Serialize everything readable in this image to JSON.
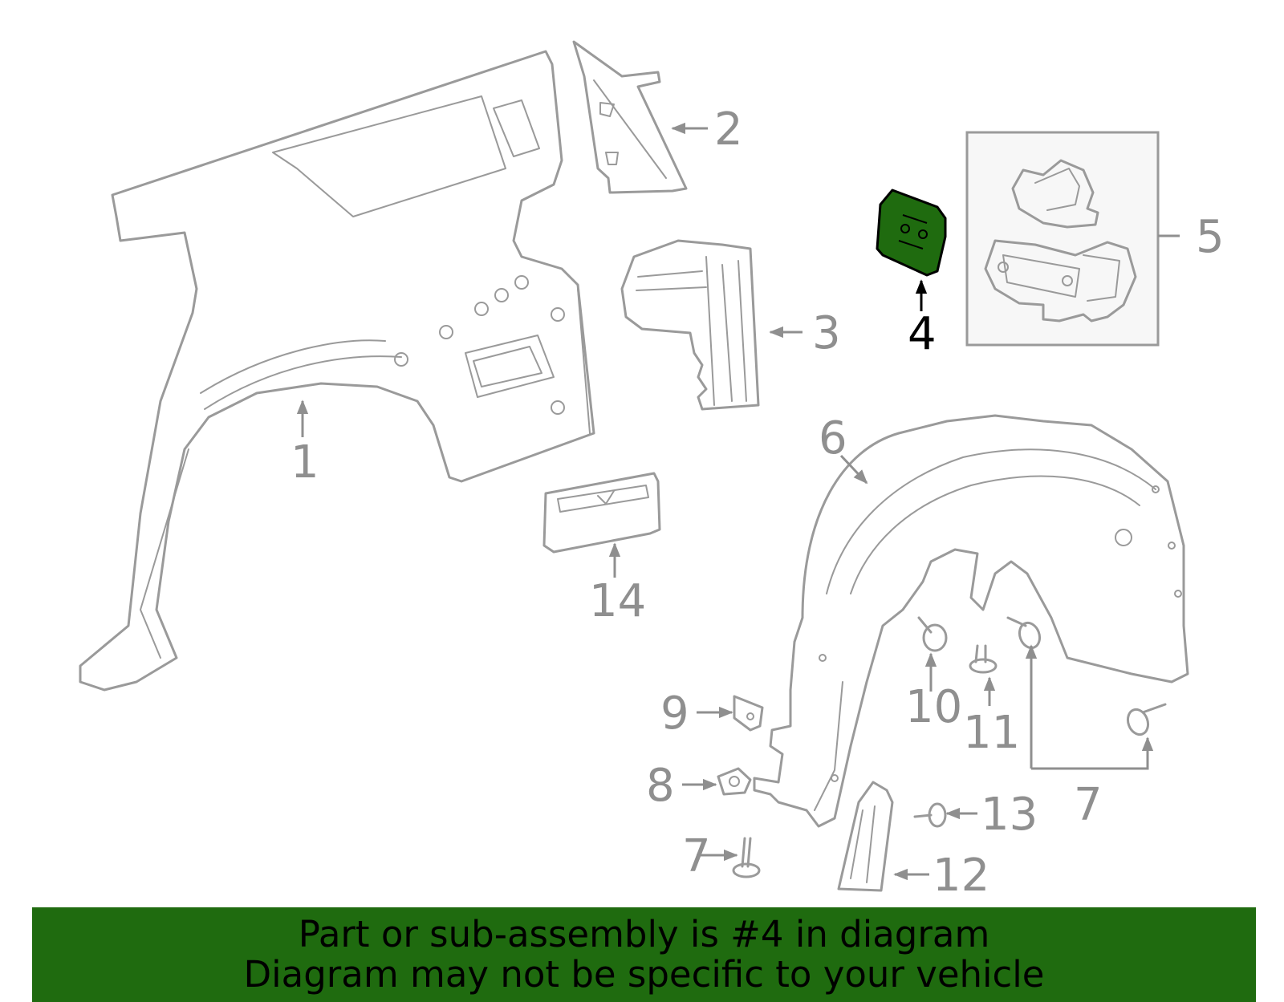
{
  "diagram": {
    "highlight_color": "#1f6b0f",
    "part_color": "#9a9a9a",
    "highlighted_part": "4",
    "callouts": {
      "c1": "1",
      "c2": "2",
      "c3": "3",
      "c4": "4",
      "c5": "5",
      "c6": "6",
      "c7a": "7",
      "c7b": "7",
      "c8": "8",
      "c9": "9",
      "c10": "10",
      "c11": "11",
      "c12": "12",
      "c13": "13",
      "c14": "14"
    }
  },
  "banner": {
    "line1": "Part or sub-assembly is #4 in diagram",
    "line2": "Diagram may not be specific to your vehicle"
  }
}
